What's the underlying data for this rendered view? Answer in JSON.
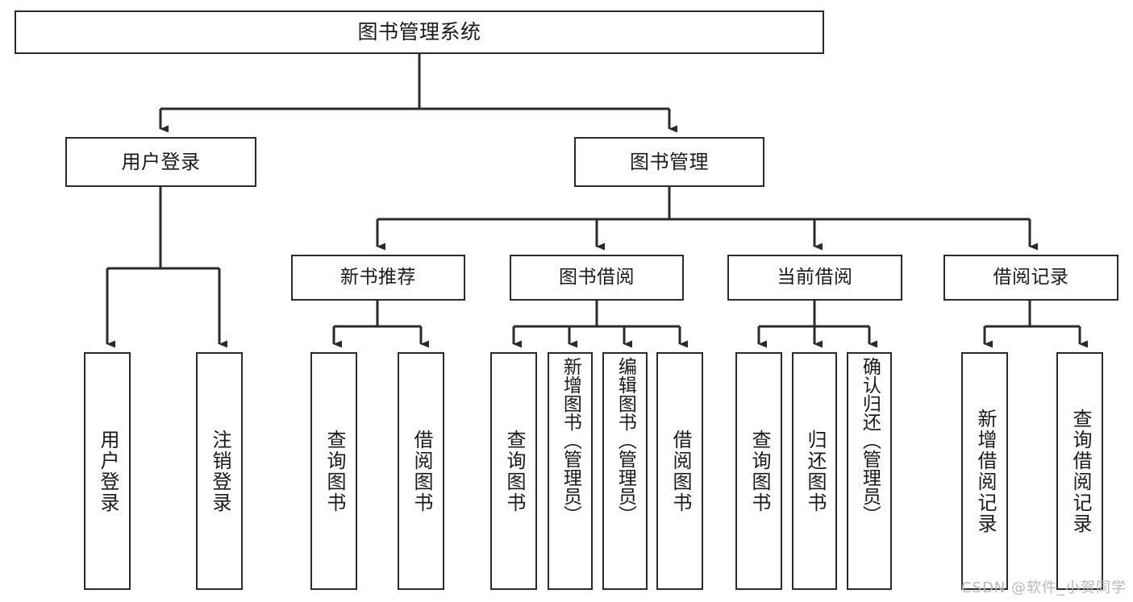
{
  "diagram": {
    "title": "图书管理系统",
    "type": "tree",
    "orientation": "top-down",
    "watermark": "CSDN @软件_小贺同学",
    "colors": {
      "node_border": "#2b2b2b",
      "node_fill": "#ffffff",
      "edge": "#2b2b2b",
      "text": "#1a1a1a",
      "watermark": "#b8b8b8",
      "background": "#ffffff"
    }
  },
  "nodes": {
    "root": {
      "label": "图书管理系统"
    },
    "level2": [
      {
        "id": "user-login",
        "label": "用户登录"
      },
      {
        "id": "book-manage",
        "label": "图书管理"
      }
    ],
    "level3": [
      {
        "id": "new-book-recommend",
        "label": "新书推荐"
      },
      {
        "id": "book-borrow",
        "label": "图书借阅"
      },
      {
        "id": "current-borrow",
        "label": "当前借阅"
      },
      {
        "id": "borrow-record",
        "label": "借阅记录"
      }
    ],
    "leaves": {
      "user-login": [
        {
          "id": "leaf-user-login",
          "label": "用户登录"
        },
        {
          "id": "leaf-logout",
          "label": "注销登录"
        }
      ],
      "new-book-recommend": [
        {
          "id": "leaf-query-book-1",
          "label": "查询图书"
        },
        {
          "id": "leaf-borrow-book-1",
          "label": "借阅图书"
        }
      ],
      "book-borrow": [
        {
          "id": "leaf-query-book-2",
          "label": "查询图书"
        },
        {
          "id": "leaf-add-book",
          "label": "新增图书（管理员）"
        },
        {
          "id": "leaf-edit-book",
          "label": "编辑图书（管理员）"
        },
        {
          "id": "leaf-borrow-book-2",
          "label": "借阅图书"
        }
      ],
      "current-borrow": [
        {
          "id": "leaf-query-book-3",
          "label": "查询图书"
        },
        {
          "id": "leaf-return-book",
          "label": "归还图书"
        },
        {
          "id": "leaf-confirm-return",
          "label": "确认归还（管理员）"
        }
      ],
      "borrow-record": [
        {
          "id": "leaf-add-record",
          "label": "新增借阅记录"
        },
        {
          "id": "leaf-query-record",
          "label": "查询借阅记录"
        }
      ]
    }
  }
}
